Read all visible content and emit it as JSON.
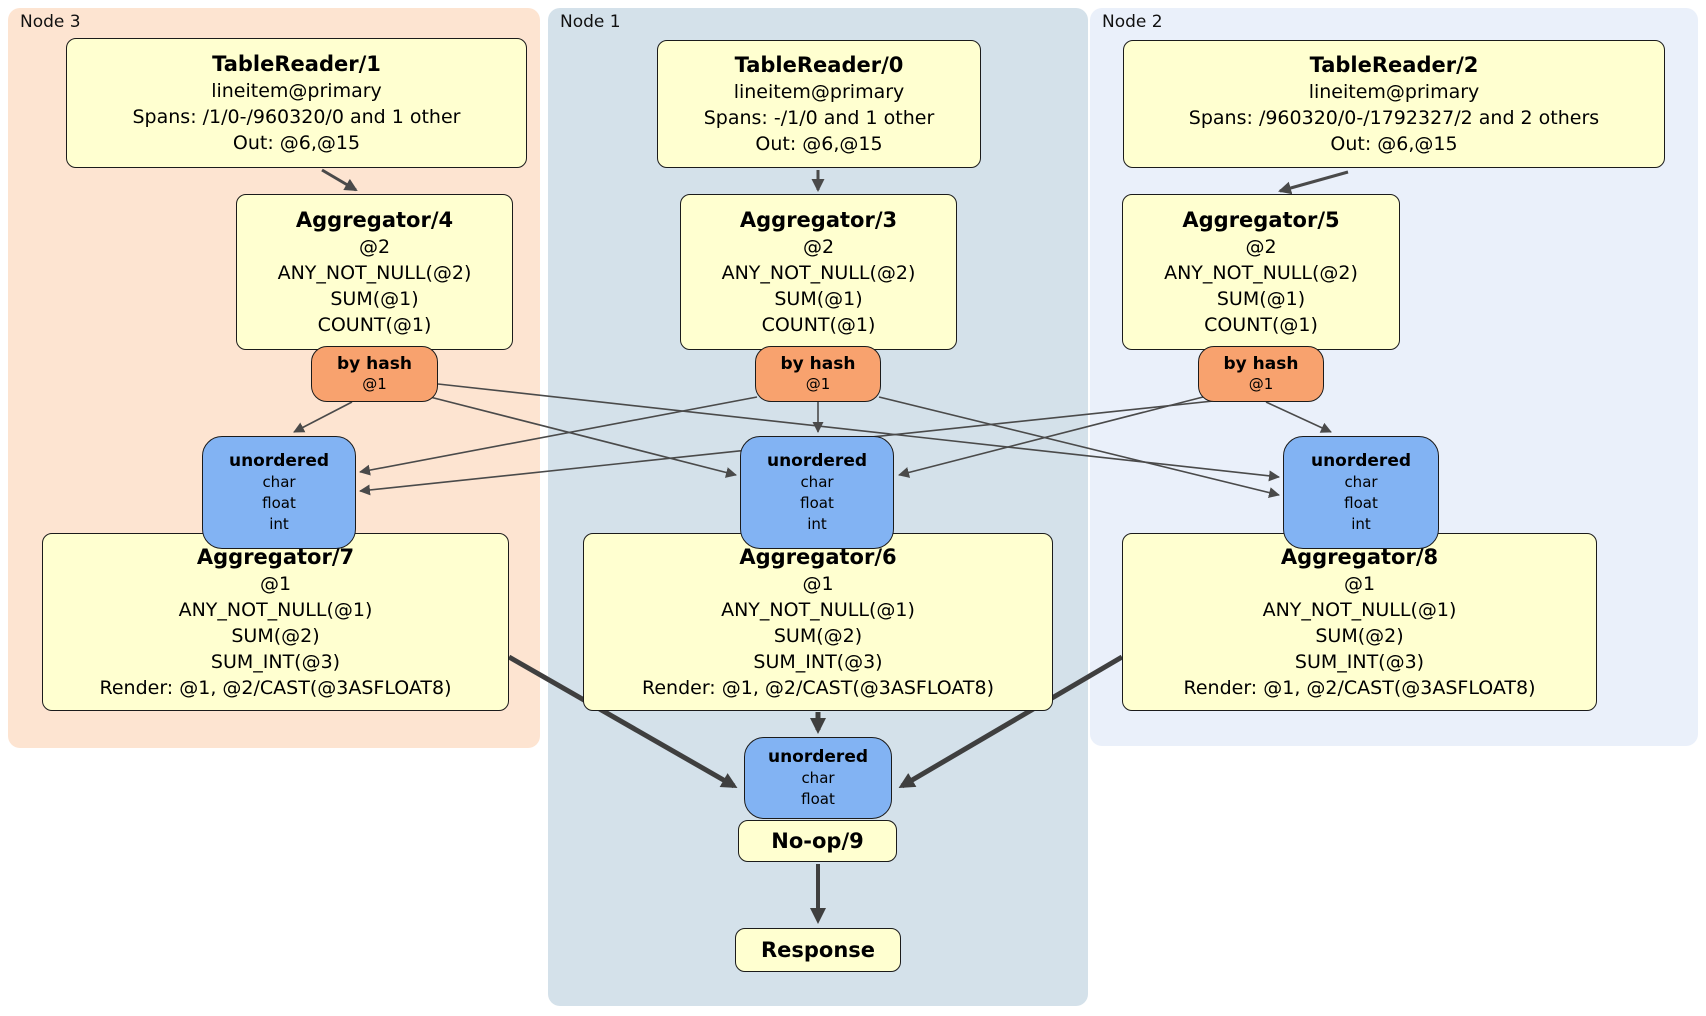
{
  "regions": [
    {
      "label": "Node 3"
    },
    {
      "label": "Node 1"
    },
    {
      "label": "Node 2"
    }
  ],
  "operators": {
    "tr1": {
      "title": "TableReader/1",
      "lines": [
        "lineitem@primary",
        "Spans: /1/0-/960320/0 and 1 other",
        "Out: @6,@15"
      ]
    },
    "tr0": {
      "title": "TableReader/0",
      "lines": [
        "lineitem@primary",
        "Spans: -/1/0 and 1 other",
        "Out: @6,@15"
      ]
    },
    "tr2": {
      "title": "TableReader/2",
      "lines": [
        "lineitem@primary",
        "Spans: /960320/0-/1792327/2 and 2 others",
        "Out: @6,@15"
      ]
    },
    "agg4": {
      "title": "Aggregator/4",
      "lines": [
        "@2",
        "ANY_NOT_NULL(@2)",
        "SUM(@1)",
        "COUNT(@1)"
      ]
    },
    "agg3": {
      "title": "Aggregator/3",
      "lines": [
        "@2",
        "ANY_NOT_NULL(@2)",
        "SUM(@1)",
        "COUNT(@1)"
      ]
    },
    "agg5": {
      "title": "Aggregator/5",
      "lines": [
        "@2",
        "ANY_NOT_NULL(@2)",
        "SUM(@1)",
        "COUNT(@1)"
      ]
    },
    "agg7": {
      "title": "Aggregator/7",
      "lines": [
        "@1",
        "ANY_NOT_NULL(@1)",
        "SUM(@2)",
        "SUM_INT(@3)",
        "Render: @1, @2/CAST(@3ASFLOAT8)"
      ]
    },
    "agg6": {
      "title": "Aggregator/6",
      "lines": [
        "@1",
        "ANY_NOT_NULL(@1)",
        "SUM(@2)",
        "SUM_INT(@3)",
        "Render: @1, @2/CAST(@3ASFLOAT8)"
      ]
    },
    "agg8": {
      "title": "Aggregator/8",
      "lines": [
        "@1",
        "ANY_NOT_NULL(@1)",
        "SUM(@2)",
        "SUM_INT(@3)",
        "Render: @1, @2/CAST(@3ASFLOAT8)"
      ]
    },
    "noop": {
      "title": "No-op/9"
    },
    "response": {
      "title": "Response"
    }
  },
  "routers": {
    "node3": {
      "title": "by hash",
      "sub": "@1"
    },
    "node1": {
      "title": "by hash",
      "sub": "@1"
    },
    "node2": {
      "title": "by hash",
      "sub": "@1"
    }
  },
  "syncs": {
    "node3": {
      "title": "unordered",
      "lines": [
        "char",
        "float",
        "int"
      ]
    },
    "node1": {
      "title": "unordered",
      "lines": [
        "char",
        "float",
        "int"
      ]
    },
    "node2": {
      "title": "unordered",
      "lines": [
        "char",
        "float",
        "int"
      ]
    },
    "final": {
      "title": "unordered",
      "lines": [
        "char",
        "float"
      ]
    }
  },
  "colors": {
    "node3_bg": "#fde4d1",
    "node1_bg": "#d4e1ea",
    "node2_bg": "#eaf0fa",
    "operator_bg": "#ffffd0",
    "router_bg": "#f8a26e",
    "sync_bg": "#82b3f3",
    "border": "#1b1b1b",
    "edge": "#4a4a4a"
  }
}
